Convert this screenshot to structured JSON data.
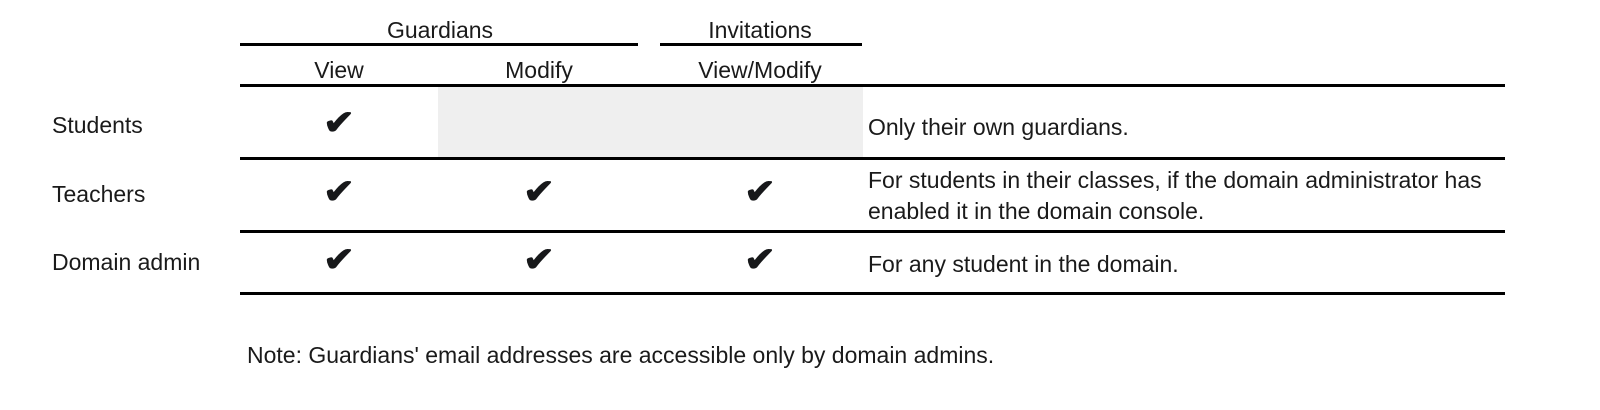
{
  "table": {
    "group_headers": [
      {
        "label": "Guardians",
        "name": "guardians"
      },
      {
        "label": "Invitations",
        "name": "invitations"
      }
    ],
    "column_headers": [
      {
        "label": "View",
        "name": "guardians-view"
      },
      {
        "label": "Modify",
        "name": "guardians-modify"
      },
      {
        "label": "View/Modify",
        "name": "invitations-view-modify"
      }
    ],
    "description_header": "",
    "check_glyph": "✔",
    "rows": [
      {
        "label": "Students",
        "guardians_view": true,
        "guardians_modify": false,
        "invitations_view_modify": false,
        "description": "Only their own guardians."
      },
      {
        "label": "Teachers",
        "guardians_view": true,
        "guardians_modify": true,
        "invitations_view_modify": true,
        "description": "For students in their classes, if the domain administrator has enabled it in the domain console."
      },
      {
        "label": "Domain admin",
        "guardians_view": true,
        "guardians_modify": true,
        "invitations_view_modify": true,
        "description": "For any student in the domain."
      }
    ]
  },
  "note": "Note: Guardians' email addresses are accessible only by domain admins.",
  "colors": {
    "text": "#1a1a1a",
    "rule": "#000000",
    "shaded_cell": "#efefef",
    "background": "#ffffff",
    "check": "#17181a"
  }
}
